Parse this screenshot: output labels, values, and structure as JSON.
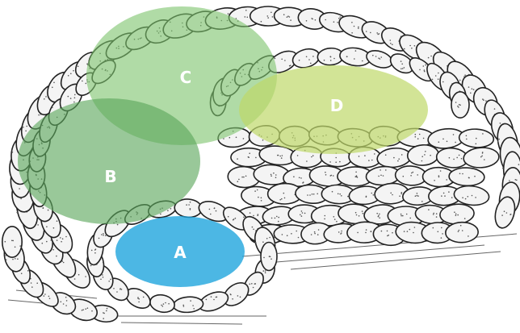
{
  "labels": {
    "a": "A",
    "b": "B",
    "c": "C",
    "d": "D"
  },
  "colors": {
    "a": "#1aa3dc",
    "b": "#5aa65a",
    "c": "#7cc36a",
    "d": "#bfd86a",
    "stone_fill": "#f4f4f4",
    "stone_stroke": "#222222"
  }
}
